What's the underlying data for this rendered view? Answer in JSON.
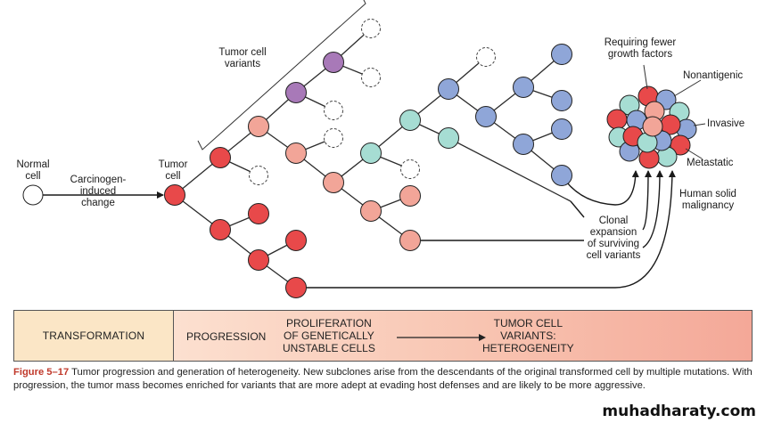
{
  "labels": {
    "normal_cell": "Normal\ncell",
    "carcinogen_change": "Carcinogen-\ninduced\nchange",
    "tumor_cell": "Tumor\ncell",
    "tumor_cell_variants": "Tumor cell\nvariants",
    "requiring_fewer": "Requiring fewer\ngrowth factors",
    "nonantigenic": "Nonantigenic",
    "invasive": "Invasive",
    "metastatic": "Metastatic",
    "human_solid": "Human solid\nmalignancy",
    "clonal_expansion": "Clonal\nexpansion\nof surviving\ncell variants"
  },
  "bar": {
    "transformation": "TRANSFORMATION",
    "progression": "PROGRESSION",
    "proliferation": "PROLIFERATION\nOF GENETICALLY\nUNSTABLE CELLS",
    "variants": "TUMOR CELL\nVARIANTS:\nHETEROGENEITY"
  },
  "caption": {
    "figure": "Figure 5–17",
    "text": " Tumor progression and generation of heterogeneity. New subclones arise from the descendants of the original transformed cell by multiple mutations. With progression, the tumor mass becomes enriched for variants that are more adept at evading host defenses and are likely to be more aggressive."
  },
  "watermark": "muhadharaty.com",
  "colors": {
    "red": "#e8494a",
    "salmon": "#f2a598",
    "purple": "#a879b8",
    "teal": "#a6ddd3",
    "blue": "#8fa6d8"
  }
}
